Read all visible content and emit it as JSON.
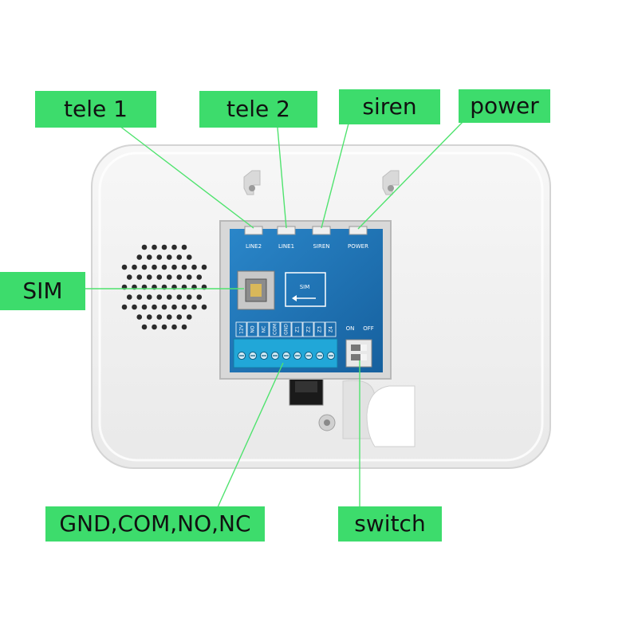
{
  "labels": {
    "tele1": "tele 1",
    "tele2": "tele 2",
    "siren": "siren",
    "power": "power",
    "sim": "SIM",
    "gnd": "GND,COM,NO,NC",
    "switch": "switch"
  },
  "board": {
    "line2": "LINE2",
    "line1": "LINE1",
    "siren": "SIREN",
    "power": "POWER",
    "sim": "SIM",
    "on": "ON",
    "off": "OFF",
    "terminals": [
      "12V",
      "NO",
      "NC",
      "COM",
      "GND",
      "Z1",
      "Z2",
      "Z3",
      "Z4"
    ]
  },
  "colors": {
    "label_bg": "#3ddc6c",
    "leader": "#4fe36e",
    "pcb": "#1f72b6",
    "terminal_block": "#21a7d8",
    "housing": "#f3f3f3"
  }
}
